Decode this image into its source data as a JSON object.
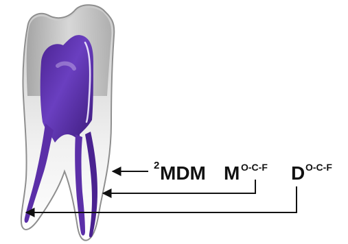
{
  "labels": {
    "mdm_superscript": "2",
    "mdm_text": "MDM",
    "m_text": "M",
    "m_superscript": "O-C-F",
    "d_text": "D",
    "d_superscript": "O-C-F"
  },
  "colors": {
    "tooth_outline": "#8e8e8e",
    "tooth_fill": "#c8c8c8",
    "canal_purple": "#5b2fa8",
    "canal_highlight": "#b9a3e0",
    "arrow": "#111111",
    "text": "#111111"
  }
}
